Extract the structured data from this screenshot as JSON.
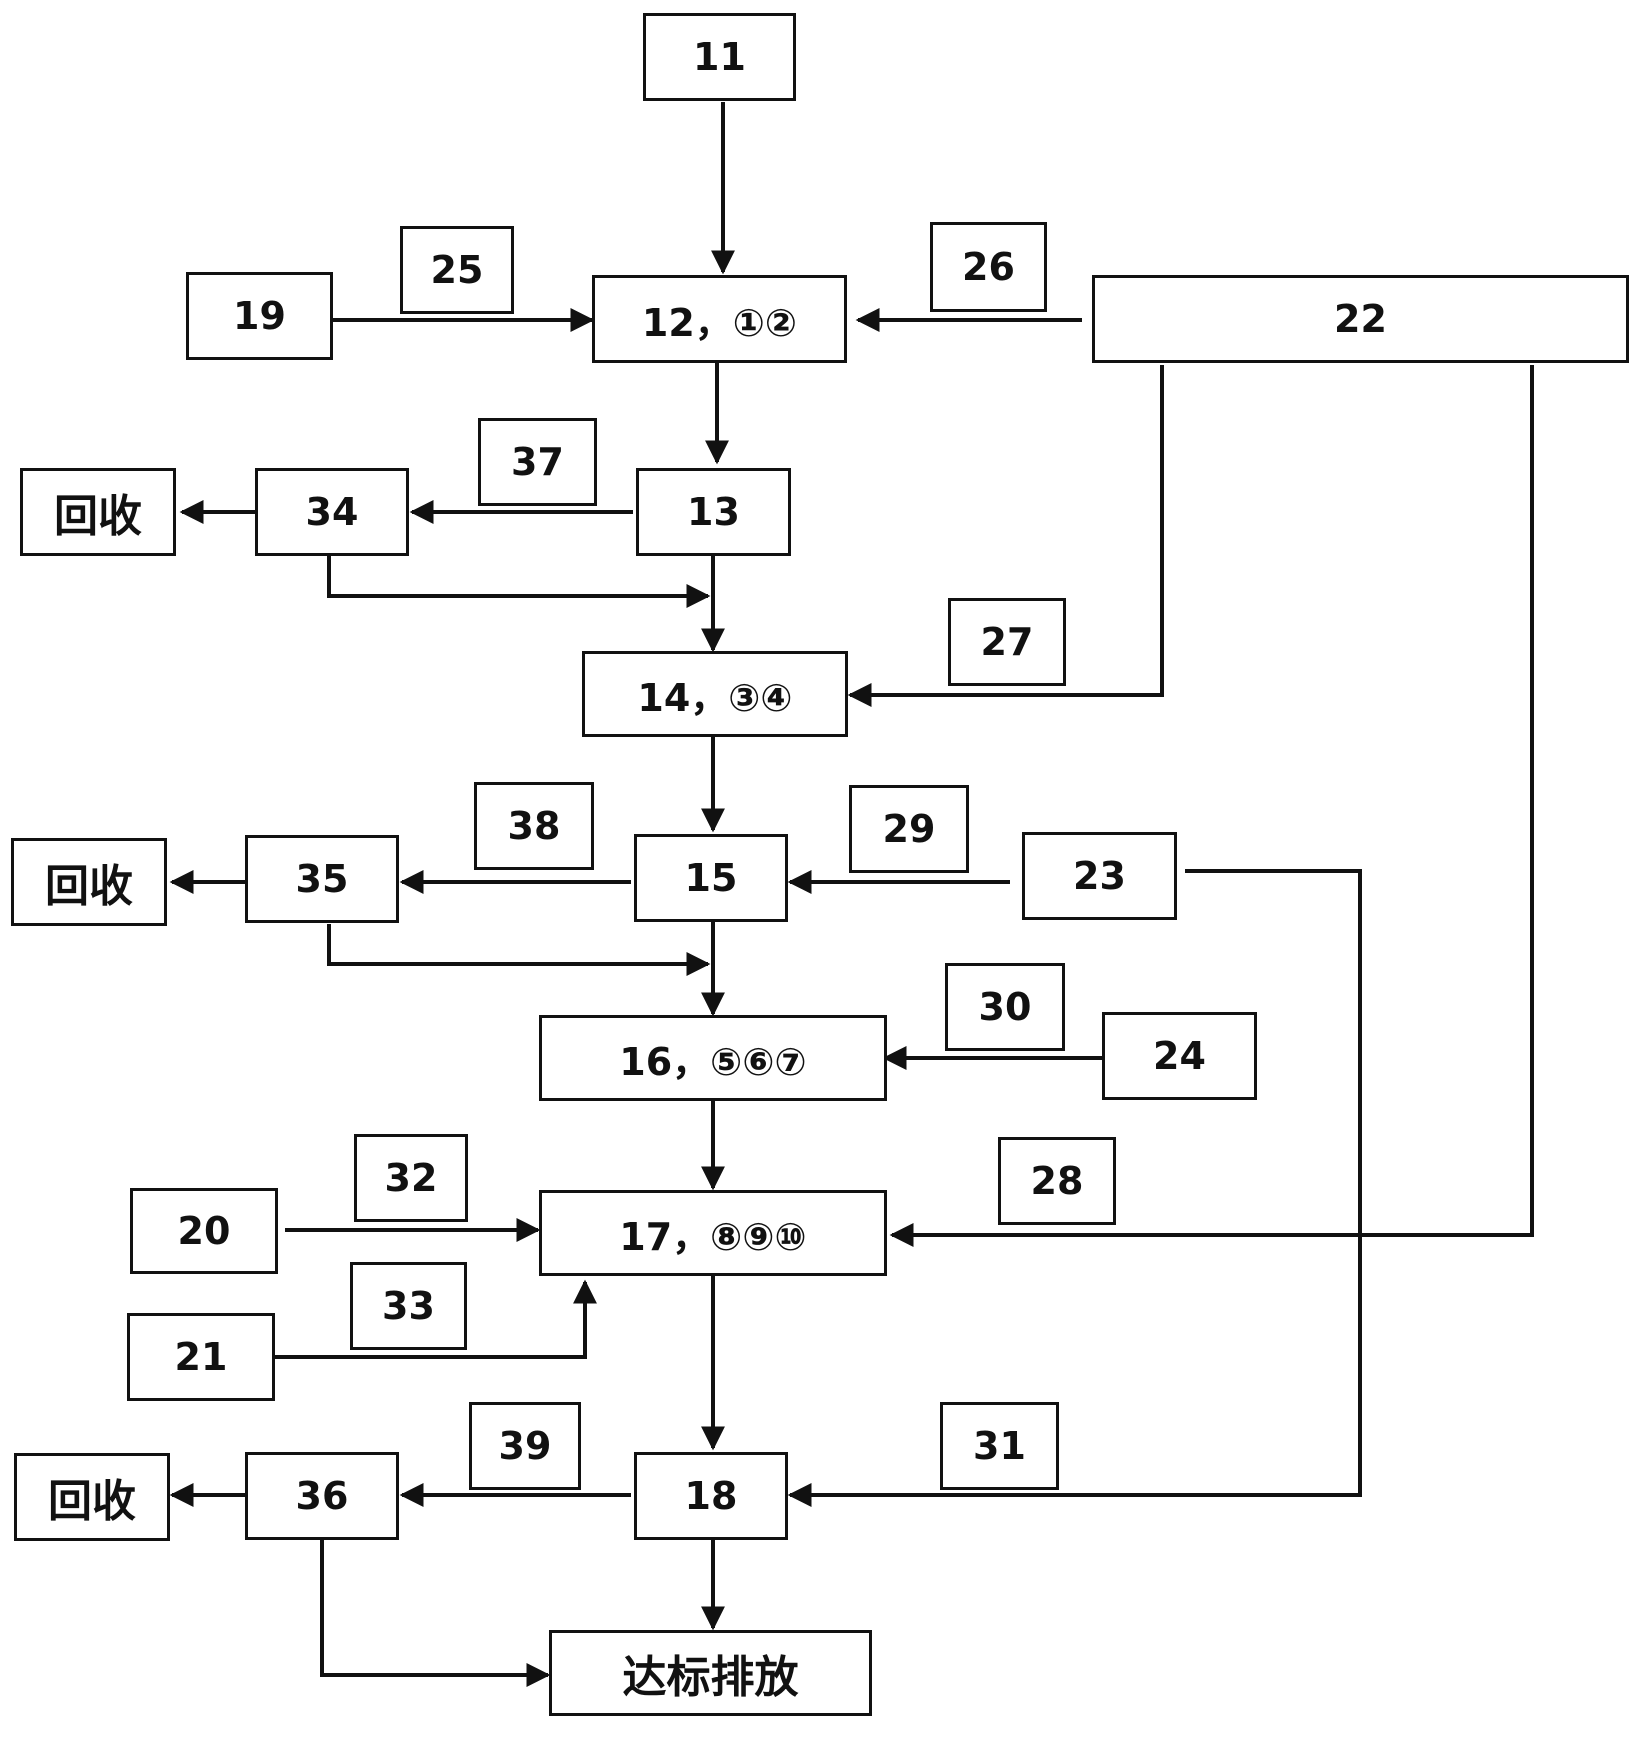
{
  "colors": {
    "line": "#111111",
    "box_border": "#111111",
    "text": "#111111",
    "background": "#ffffff"
  },
  "nodes": {
    "n11": "11",
    "n12": "12，①②",
    "n13": "13",
    "n14": "14，③④",
    "n15": "15",
    "n16": "16，⑤⑥⑦",
    "n17": "17，⑧⑨⑩",
    "n18": "18",
    "n19": "19",
    "n20": "20",
    "n21": "21",
    "n22": "22",
    "n23": "23",
    "n24": "24",
    "n25": "25",
    "n26": "26",
    "n27": "27",
    "n28": "28",
    "n29": "29",
    "n30": "30",
    "n31": "31",
    "n32": "32",
    "n33": "33",
    "n34": "34",
    "n35": "35",
    "n36": "36",
    "n37": "37",
    "n38": "38",
    "n39": "39",
    "recover1": "回收",
    "recover2": "回收",
    "recover3": "回收",
    "discharge": "达标排放"
  }
}
